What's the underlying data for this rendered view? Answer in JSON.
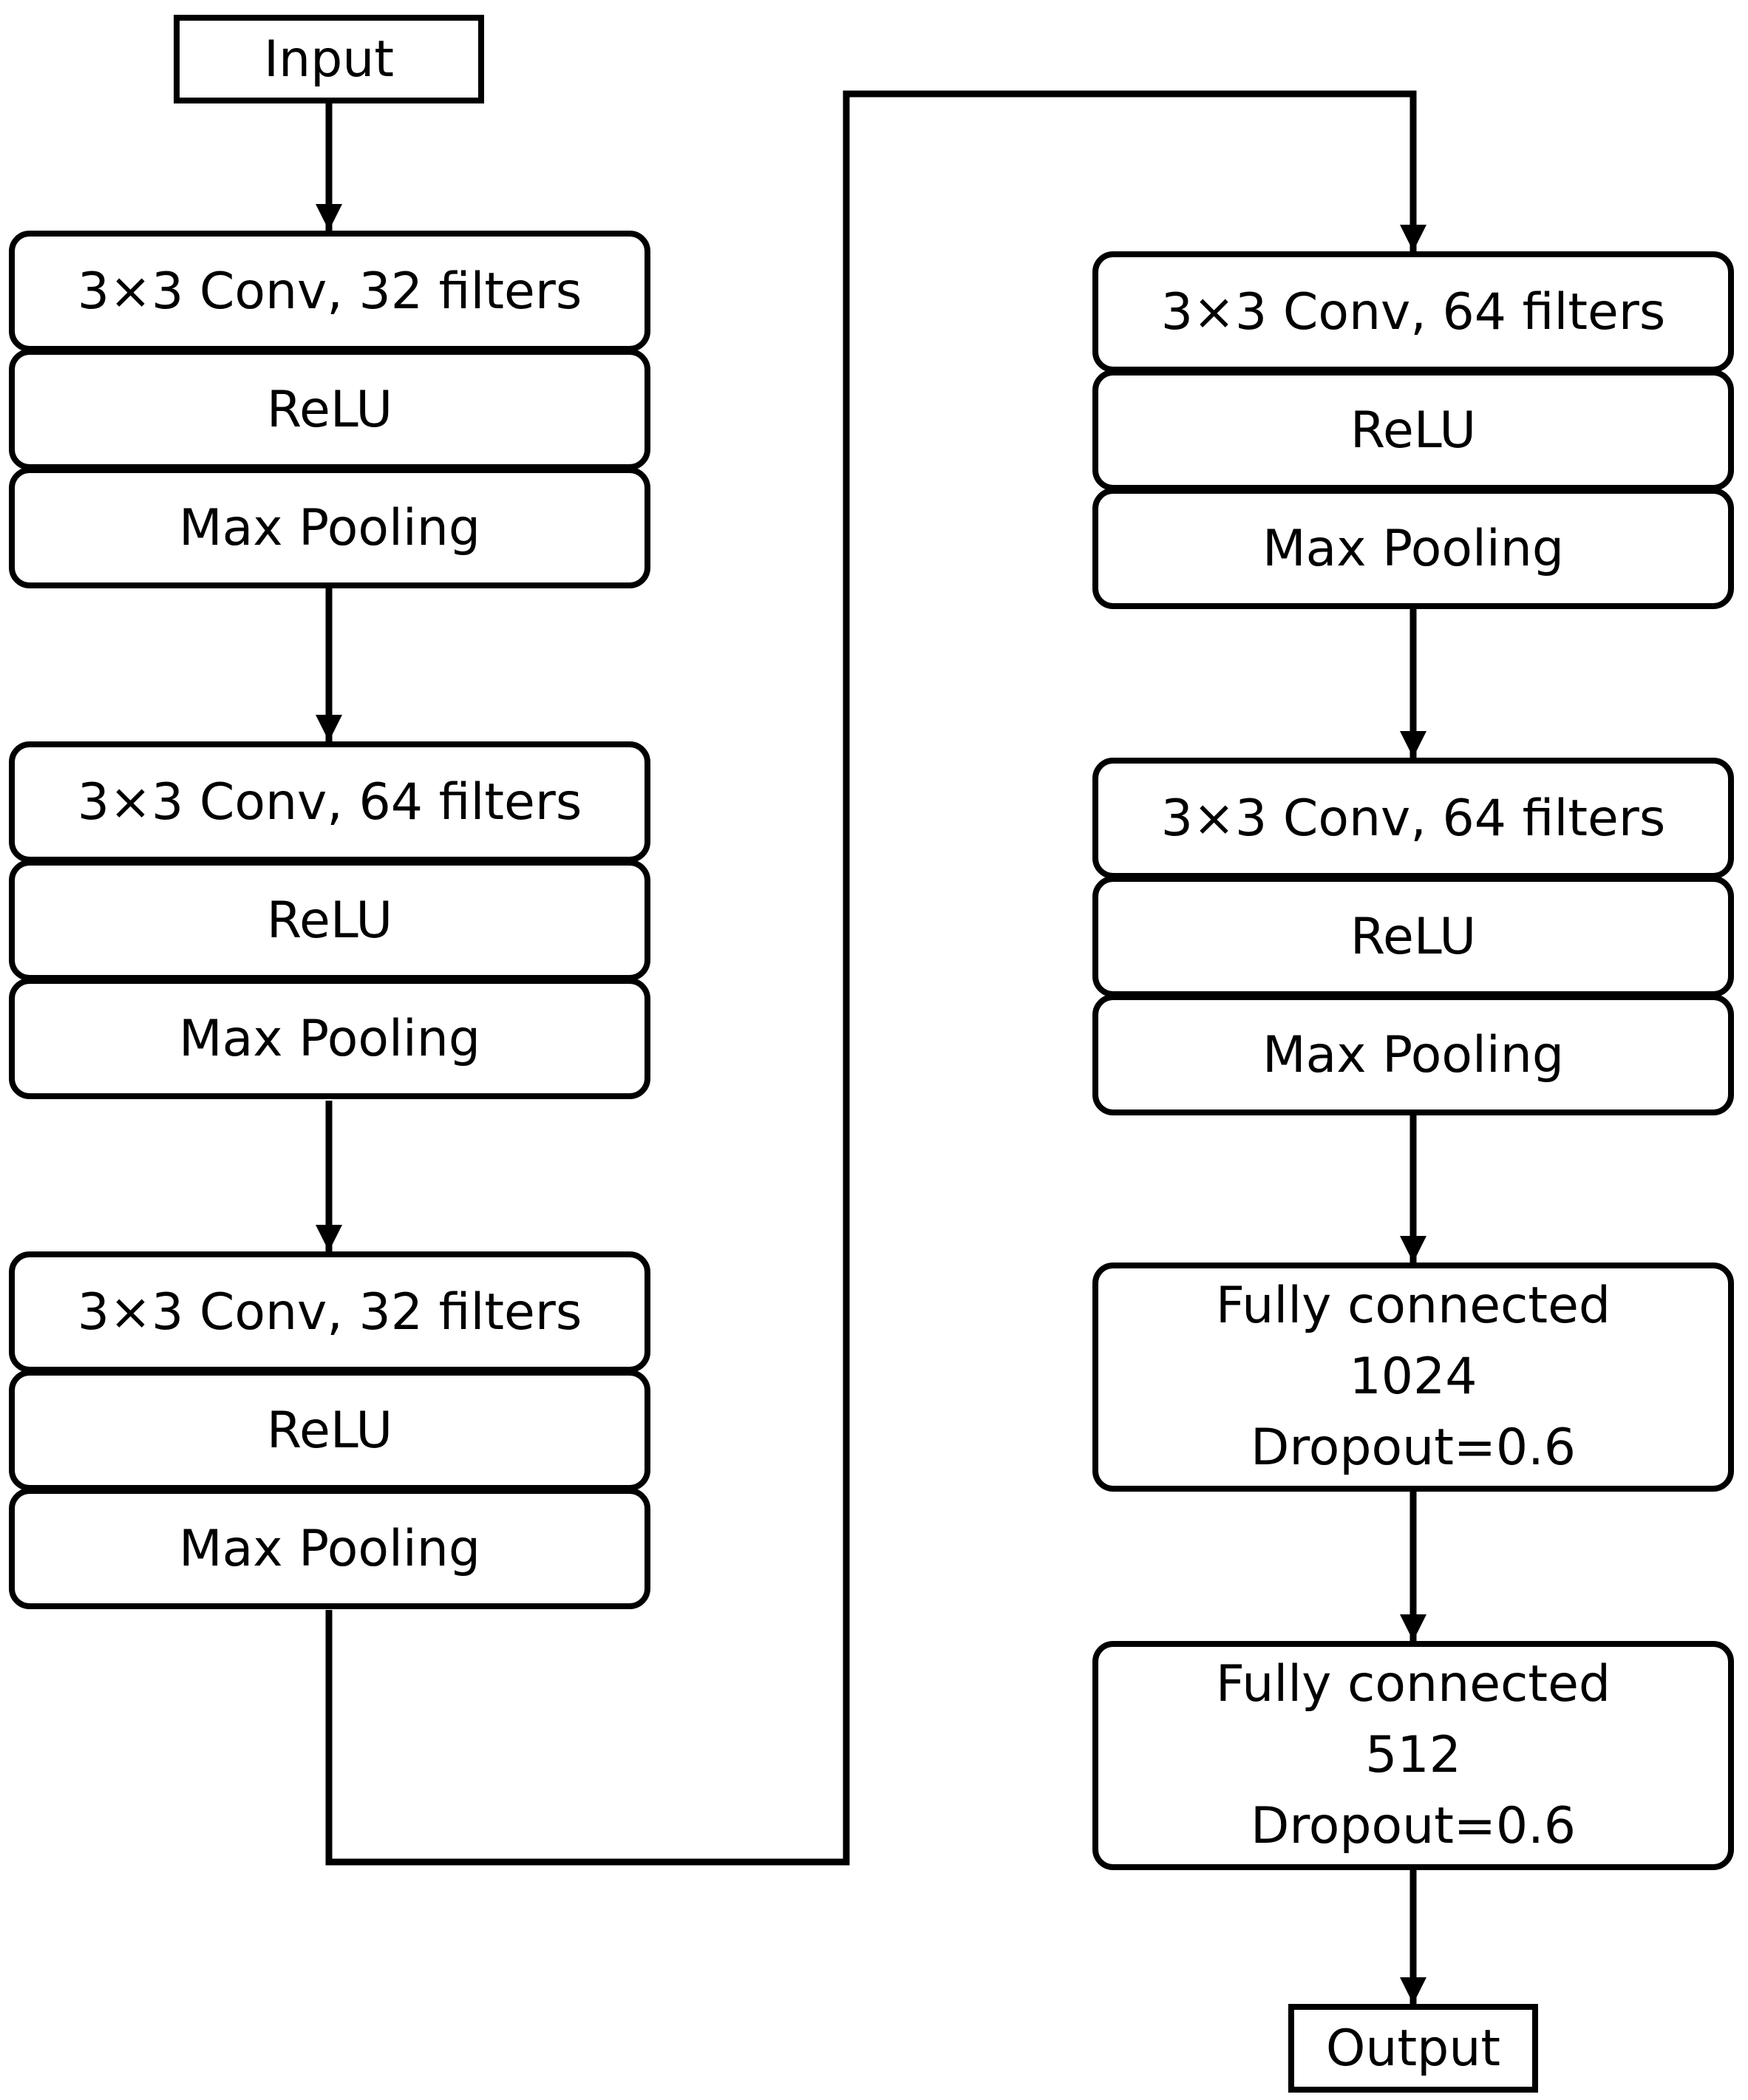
{
  "diagram": {
    "input": "Input",
    "output": "Output",
    "left_blocks": [
      {
        "conv": "3×3 Conv, 32 filters",
        "act": "ReLU",
        "pool": "Max Pooling"
      },
      {
        "conv": "3×3 Conv, 64 filters",
        "act": "ReLU",
        "pool": "Max Pooling"
      },
      {
        "conv": "3×3 Conv, 32 filters",
        "act": "ReLU",
        "pool": "Max Pooling"
      }
    ],
    "right_blocks": [
      {
        "conv": "3×3 Conv, 64 filters",
        "act": "ReLU",
        "pool": "Max Pooling"
      },
      {
        "conv": "3×3 Conv, 64 filters",
        "act": "ReLU",
        "pool": "Max Pooling"
      }
    ],
    "fully_connected": [
      {
        "label": "Fully connected",
        "units": "1024",
        "dropout": "Dropout=0.6"
      },
      {
        "label": "Fully connected",
        "units": "512",
        "dropout": "Dropout=0.6"
      }
    ],
    "colors": {
      "stroke": "#000000",
      "background": "#ffffff"
    }
  }
}
